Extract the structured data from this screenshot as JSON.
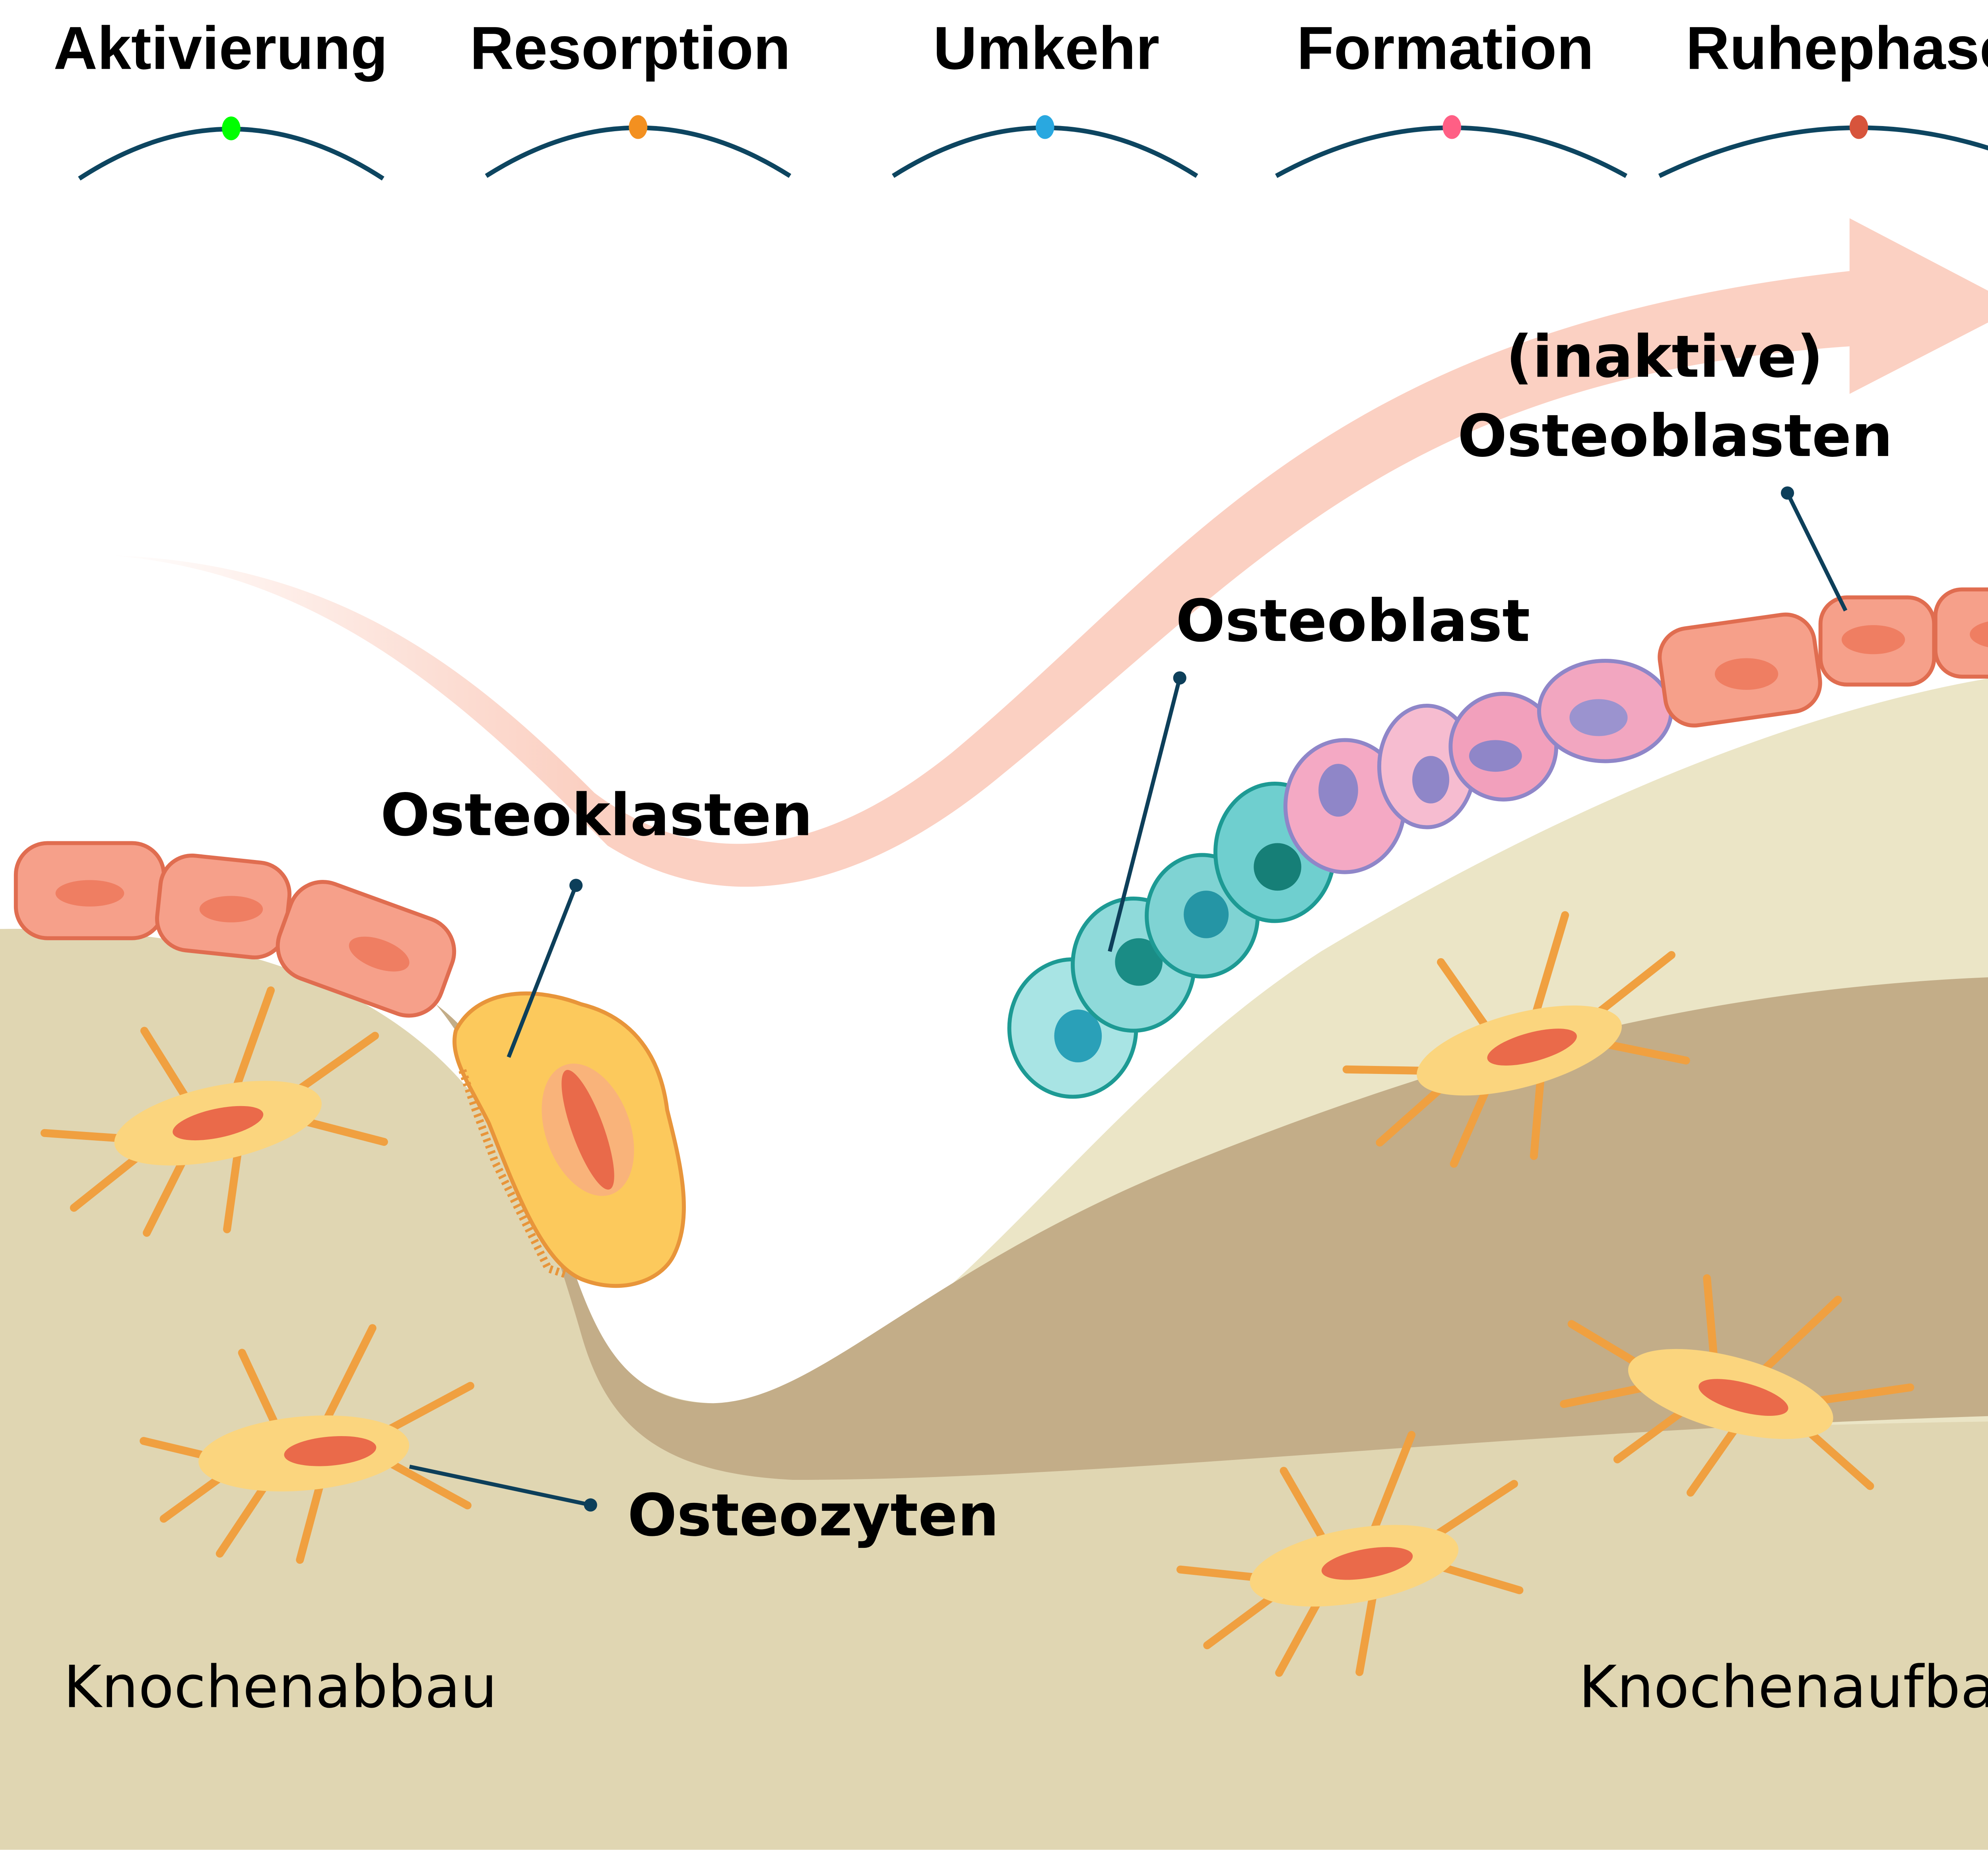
{
  "phases": [
    {
      "label": "Aktivierung",
      "color": "#00ff00"
    },
    {
      "label": "Resorption",
      "color": "#f39020"
    },
    {
      "label": "Umkehr",
      "color": "#29a8e0"
    },
    {
      "label": "Formation",
      "color": "#ff5f85"
    },
    {
      "label": "Ruhephase",
      "color": "#d7543c"
    }
  ],
  "labels": {
    "osteoklasten": "Osteoklasten",
    "osteoblast": "Osteoblast",
    "inactive_line1": "(inaktive)",
    "inactive_line2": "Osteoblasten",
    "osteozyten": "Osteozyten",
    "knochenabbau": "Knochenabbau",
    "knochenaufbau": "Knochenaufbau"
  },
  "colors": {
    "bone_old": "#e0d6b2",
    "bone_new": "#ebe5c6",
    "bone_dark": "#c3ad88",
    "arrow": "#fbd0c2",
    "lining_cell": "#f6a08a",
    "osteocyte": "#fbd57e",
    "osteoclast": "#fcc95c",
    "osteoblast_teal": "#6fcfcf",
    "osteoblast_pink": "#f4a9c4"
  }
}
